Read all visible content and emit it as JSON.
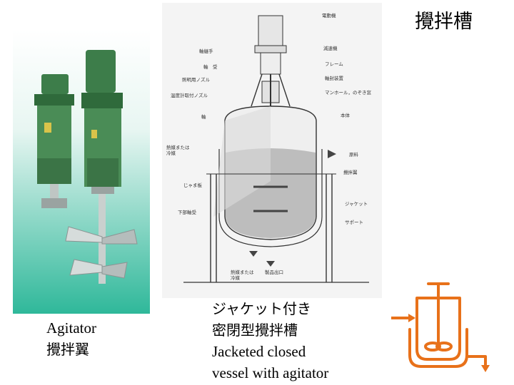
{
  "slide": {
    "title": "攪拌槽",
    "left_caption": {
      "en": "Agitator",
      "jp": "攪拌翼"
    },
    "center_caption": {
      "jp_line1": "ジャケット付き",
      "jp_line2": "密閉型攪拌槽",
      "en_line1": "Jacketed closed",
      "en_line2": "vessel with agitator"
    }
  },
  "diagram_labels": {
    "motor": "電動機",
    "reducer": "減速機",
    "coupling": "軸継手",
    "frame": "フレーム",
    "bearing": "軸　受",
    "seal": "軸封装置",
    "light_nozzle": "照明用ノズル",
    "manhole": "マンホール，のぞき窓",
    "thermo_nozzle": "温度計取付ノズル",
    "body": "本体",
    "shaft": "軸",
    "heat_medium_top": "熱媒または\n冷媒",
    "raw_material": "原料",
    "impeller": "攪拌翼",
    "baffle": "じゃま板",
    "jacket": "ジャケット",
    "lower_bearing": "下部軸受",
    "support": "サポート",
    "heat_medium_bottom": "熱媒または\n冷媒",
    "product_outlet": "製品出口"
  },
  "colors": {
    "accent": "#e8711a",
    "photo_bg_top": "#ffffff",
    "photo_bg_bottom": "#2fb89a",
    "machine_green": "#3d7d4a"
  },
  "icons": [
    "agitator-photo",
    "vessel-cross-section-diagram",
    "jacketed-vessel-icon"
  ]
}
